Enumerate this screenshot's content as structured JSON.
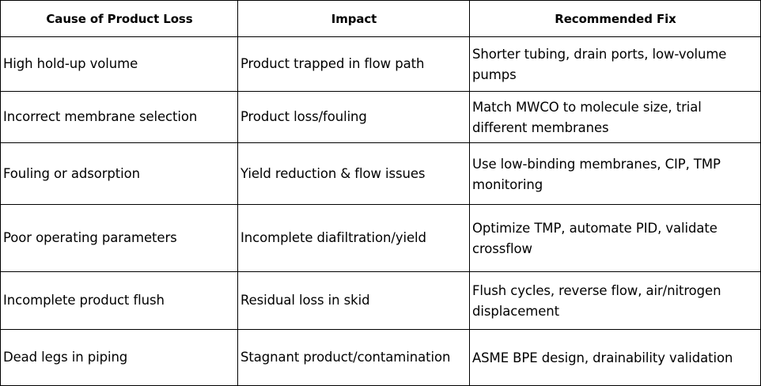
{
  "table": {
    "headers": [
      "Cause of Product Loss",
      "Impact",
      "Recommended Fix"
    ],
    "rows": [
      [
        "High hold-up volume",
        "Product trapped in flow path",
        "Shorter tubing, drain ports, low-volume pumps"
      ],
      [
        "Incorrect membrane selection",
        "Product loss/fouling",
        "Match MWCO to molecule size, trial different membranes"
      ],
      [
        "Fouling or adsorption",
        "Yield reduction & flow issues",
        "Use low-binding membranes, CIP, TMP monitoring"
      ],
      [
        "Poor operating parameters",
        "Incomplete diafiltration/yield",
        "Optimize TMP, automate PID, validate crossflow"
      ],
      [
        "Incomplete product flush",
        "Residual loss in skid",
        "Flush cycles, reverse flow, air/nitrogen displacement"
      ],
      [
        "Dead legs in piping",
        "Stagnant product/contamination",
        "ASME BPE design, drainability validation"
      ]
    ]
  }
}
